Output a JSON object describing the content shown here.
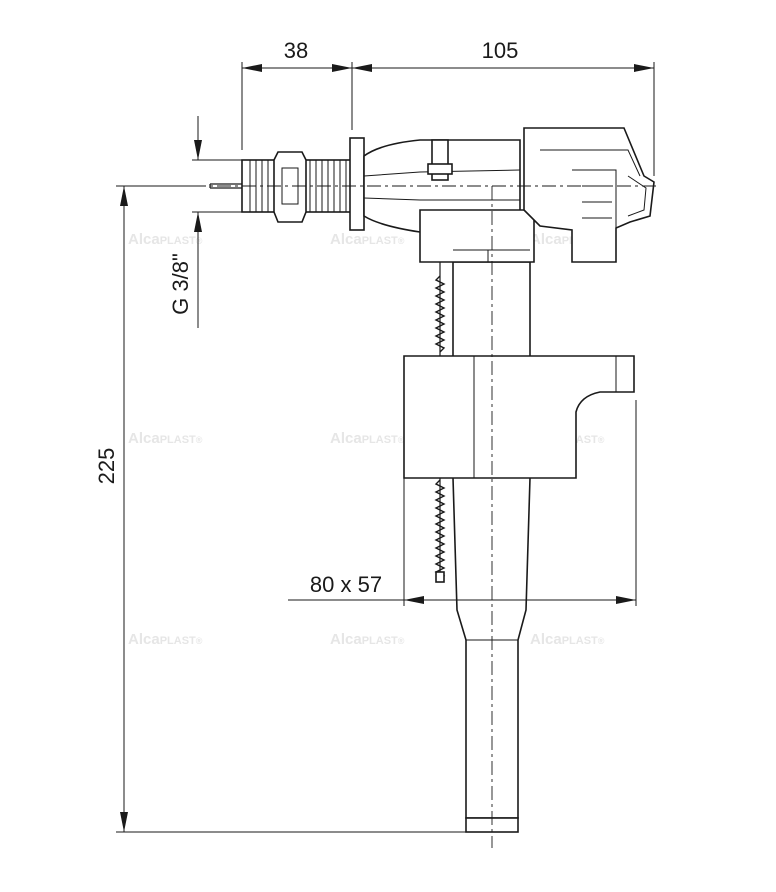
{
  "dimensions": {
    "top_left": "38",
    "top_right": "105",
    "thread": "G 3/8\"",
    "height": "225",
    "float": "80 x 57"
  },
  "watermark": {
    "text_main": "Alca",
    "text_sub": "PLAST",
    "mark": "®"
  }
}
